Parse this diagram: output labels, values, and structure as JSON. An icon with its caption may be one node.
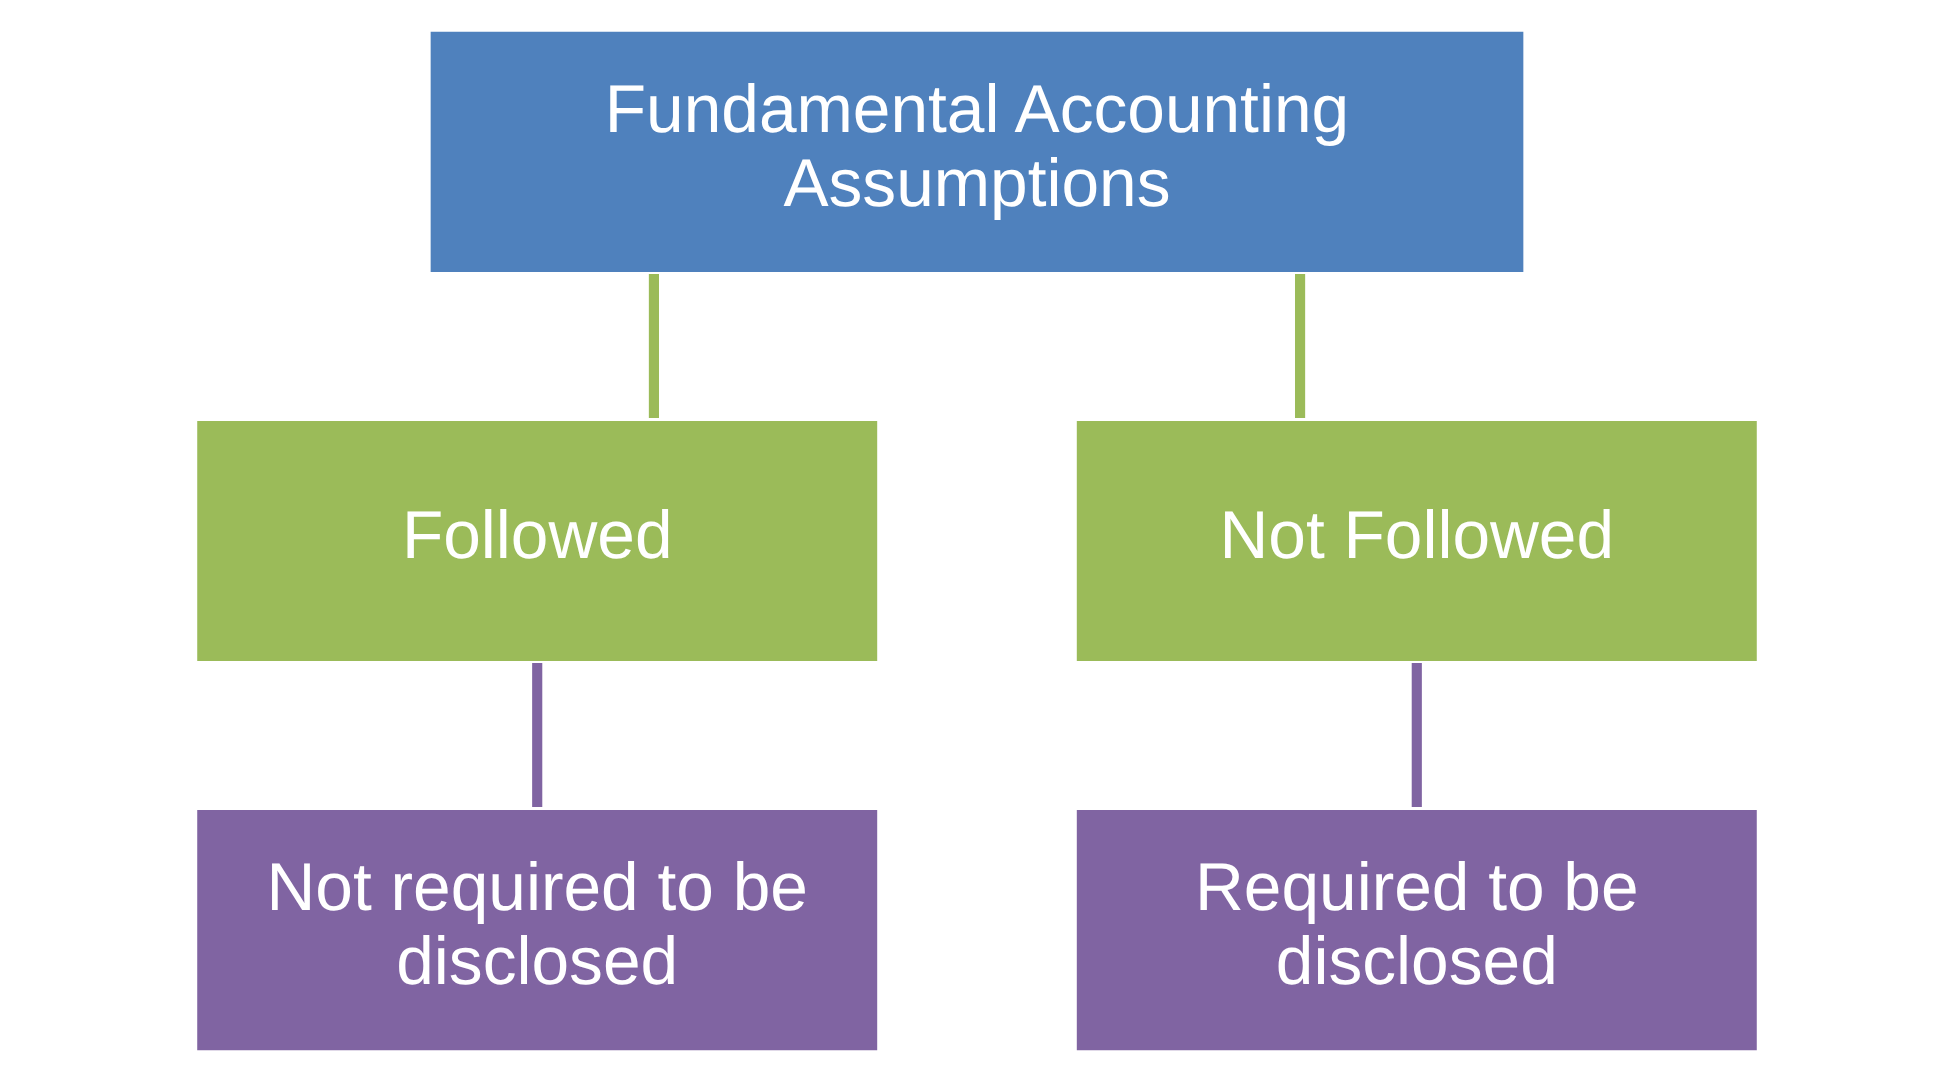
{
  "diagram": {
    "nodes": [
      {
        "text": [
          "Fundamental Accounting Assumptions"
        ]
      },
      {
        "text": [
          "Followed"
        ]
      },
      {
        "text": [
          "Not Followed"
        ]
      },
      {
        "text": [
          "Not required to be disclosed"
        ]
      },
      {
        "text": [
          "Required to be disclosed"
        ]
      }
    ],
    "edges": [
      {
        "from": 0,
        "to": 1,
        "arrow": "none",
        "color": "#9bbb59"
      },
      {
        "from": 0,
        "to": 2,
        "arrow": "none",
        "color": "#9bbb59"
      },
      {
        "from": 1,
        "to": 3,
        "arrow": "none",
        "color": "#8064a2"
      },
      {
        "from": 2,
        "to": 4,
        "arrow": "none",
        "color": "#8064a2"
      }
    ]
  }
}
